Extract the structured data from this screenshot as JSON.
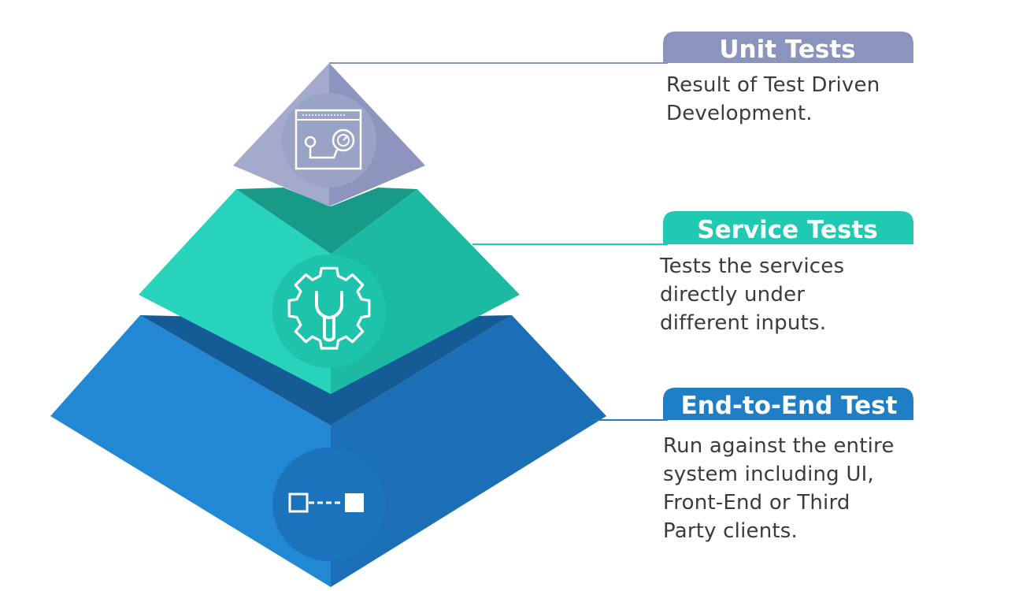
{
  "tiers": [
    {
      "title": "Unit Tests",
      "description_lines": [
        "Result of Test Driven",
        "Development."
      ],
      "color": "#8b94bd",
      "icon": "browser-tachometer-icon"
    },
    {
      "title": "Service Tests",
      "description_lines": [
        "Tests the services",
        "directly under",
        "different inputs."
      ],
      "color": "#20c9b1",
      "icon": "gear-wrench-icon"
    },
    {
      "title": "End-to-End Test",
      "description_lines": [
        "Run against the entire",
        "system including UI,",
        "Front-End or Third",
        "Party clients."
      ],
      "color": "#1f7fc6",
      "icon": "connected-nodes-icon"
    }
  ],
  "colors": {
    "unit_light": "#a3aacb",
    "unit_mid": "#8b94bd",
    "unit_dark": "#767fa9",
    "service_light": "#27d3bb",
    "service_mid": "#1fbfa8",
    "service_dark": "#179a87",
    "e2e_light": "#2a8ad6",
    "e2e_mid": "#1c76bf",
    "e2e_dark": "#155e9c",
    "text": "#3b3b3b"
  }
}
